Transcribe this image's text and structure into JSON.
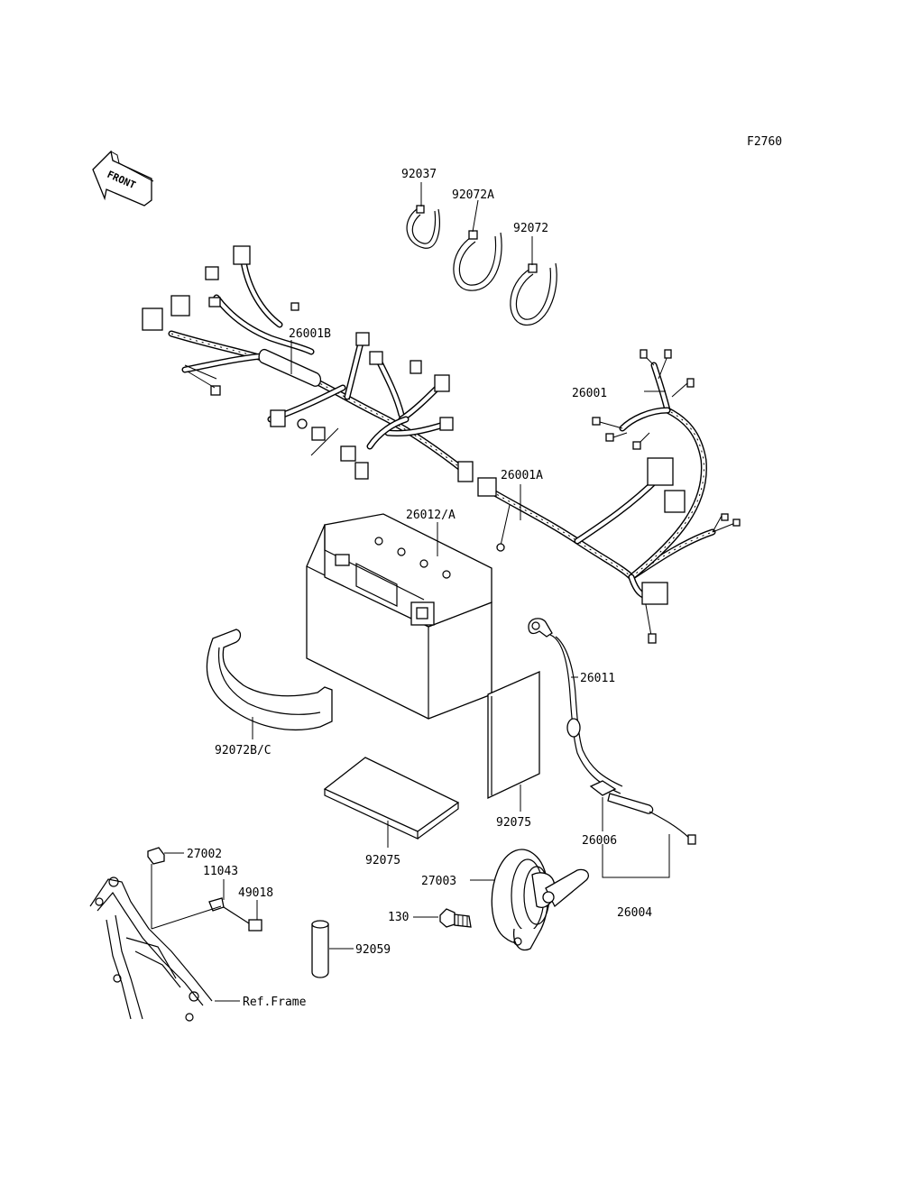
{
  "figure_id": "F2760",
  "front_label": "FRONT",
  "labels": {
    "p92037": "92037",
    "p92072A": "92072A",
    "p92072": "92072",
    "p26001B": "26001B",
    "p26001": "26001",
    "p26001A": "26001A",
    "p26012A": "26012/A",
    "p26011": "26011",
    "p92072BC": "92072B/C",
    "p92075_battery": "92075",
    "p92075_pad": "92075",
    "p26006": "26006",
    "p26004": "26004",
    "p27002": "27002",
    "p11043": "11043",
    "p49018": "49018",
    "p27003": "27003",
    "p130": "130",
    "p92059": "92059",
    "ref_frame": "Ref.Frame"
  }
}
